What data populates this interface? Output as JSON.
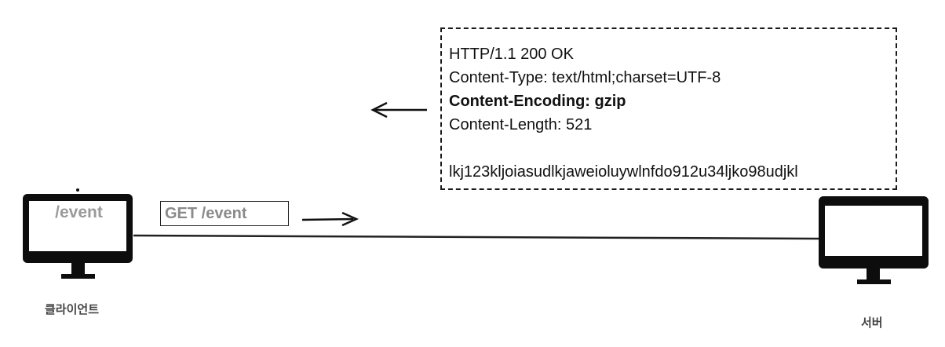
{
  "client": {
    "screen_text": "/event",
    "label": "클라이언트"
  },
  "server": {
    "label": "서버"
  },
  "request": {
    "text": "GET /event"
  },
  "response": {
    "status_line": "HTTP/1.1 200 OK",
    "content_type": "Content-Type: text/html;charset=UTF-8",
    "content_encoding": "Content-Encoding: gzip",
    "content_length": "Content-Length: 521",
    "body": "lkj123kljoiasudlkjaweioluywlnfdo912u34ljko98udjkl"
  },
  "colors": {
    "ink": "#111111",
    "muted_text": "#8a8a8a"
  }
}
